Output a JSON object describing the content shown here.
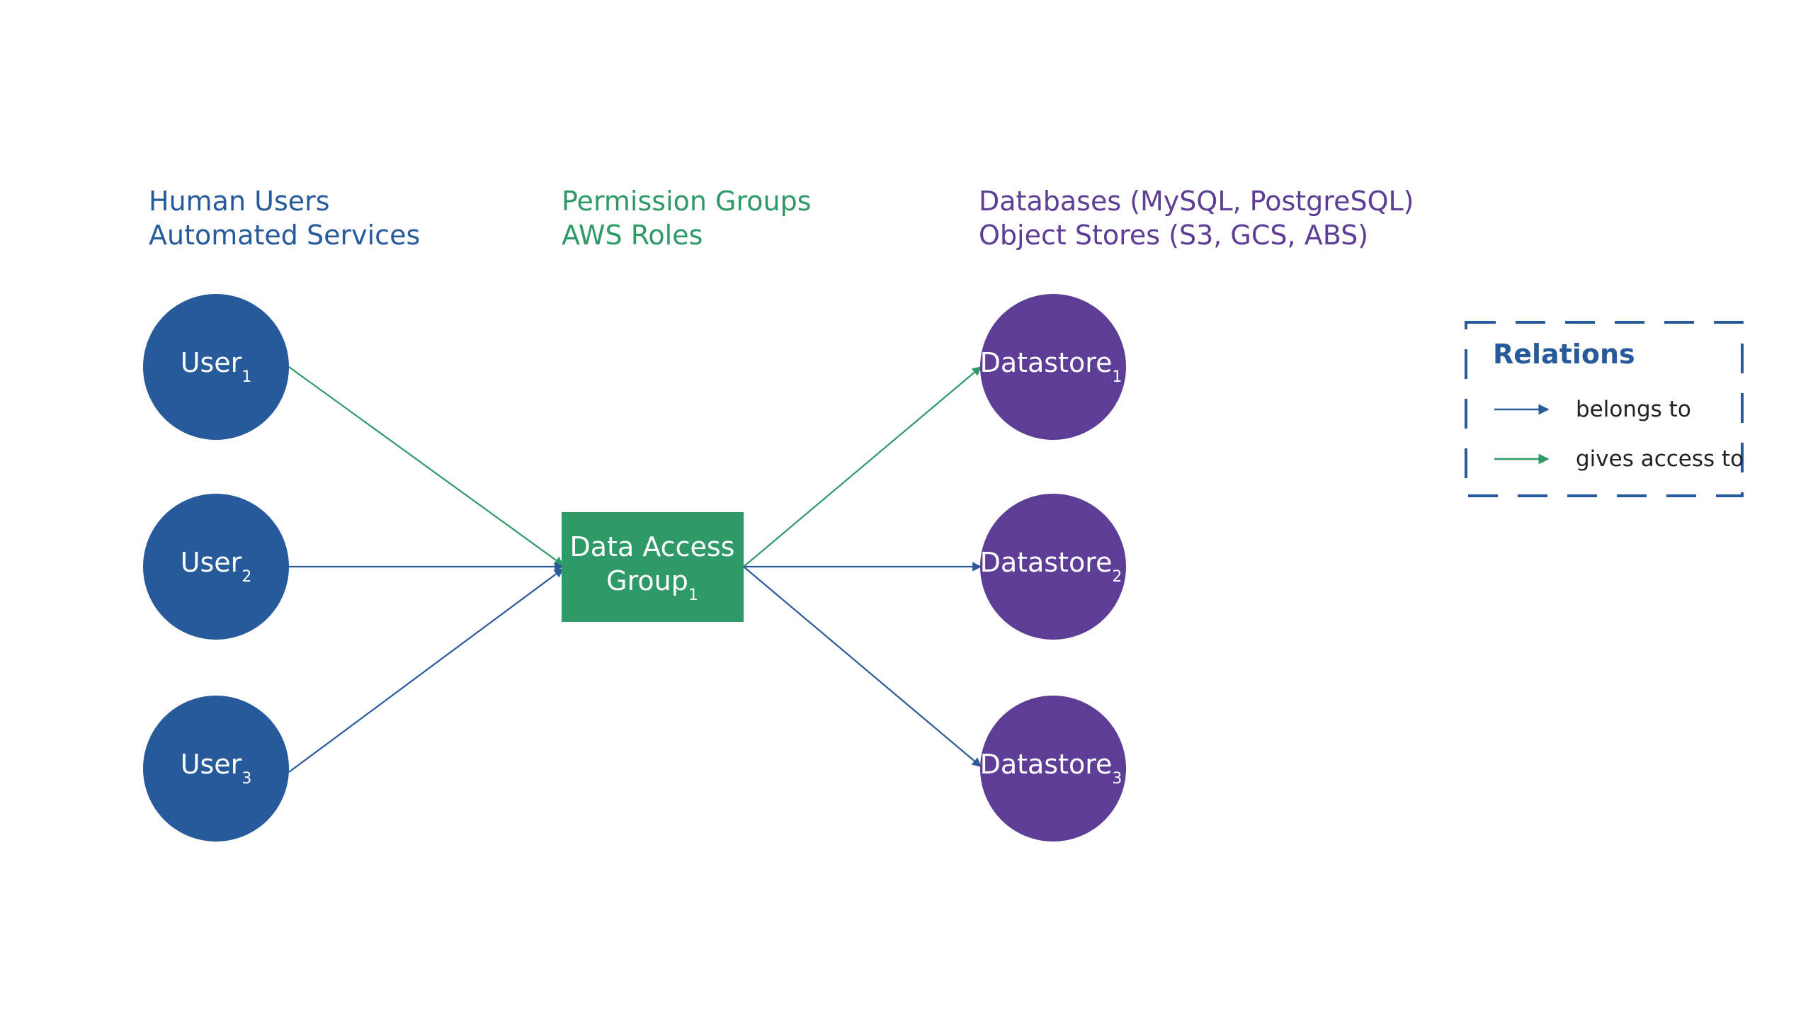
{
  "columns": {
    "users": {
      "line1": "Human Users",
      "line2": "Automated Services"
    },
    "groups": {
      "line1": "Permission Groups",
      "line2": "AWS Roles"
    },
    "stores": {
      "line1": "Databases (MySQL, PostgreSQL)",
      "line2": "Object Stores (S3, GCS, ABS)"
    }
  },
  "users": [
    {
      "label": "User",
      "sub": "1"
    },
    {
      "label": "User",
      "sub": "2"
    },
    {
      "label": "User",
      "sub": "3"
    }
  ],
  "group": {
    "line1": "Data Access",
    "line2": "Group",
    "sub": "1"
  },
  "datastores": [
    {
      "label": "Datastore",
      "sub": "1"
    },
    {
      "label": "Datastore",
      "sub": "2"
    },
    {
      "label": "Datastore",
      "sub": "3"
    }
  ],
  "edges": [
    {
      "from": "User1",
      "to": "Data Access Group1",
      "relation": "gives access to"
    },
    {
      "from": "User2",
      "to": "Data Access Group1",
      "relation": "belongs to"
    },
    {
      "from": "User3",
      "to": "Data Access Group1",
      "relation": "belongs to"
    },
    {
      "from": "Data Access Group1",
      "to": "Datastore1",
      "relation": "gives access to"
    },
    {
      "from": "Data Access Group1",
      "to": "Datastore2",
      "relation": "belongs to"
    },
    {
      "from": "Data Access Group1",
      "to": "Datastore3",
      "relation": "belongs to"
    }
  ],
  "legend": {
    "title": "Relations",
    "belongs": "belongs to",
    "gives": "gives access to"
  },
  "colors": {
    "user_blue": "#265a9a",
    "group_green": "#2f9a68",
    "store_purple": "#5d3d96",
    "header_blue": "#265a9a",
    "header_green": "#2f9a68",
    "header_purple": "#5d3d96",
    "edge_blue": "#2a5a9a",
    "edge_green": "#2f9a68"
  }
}
